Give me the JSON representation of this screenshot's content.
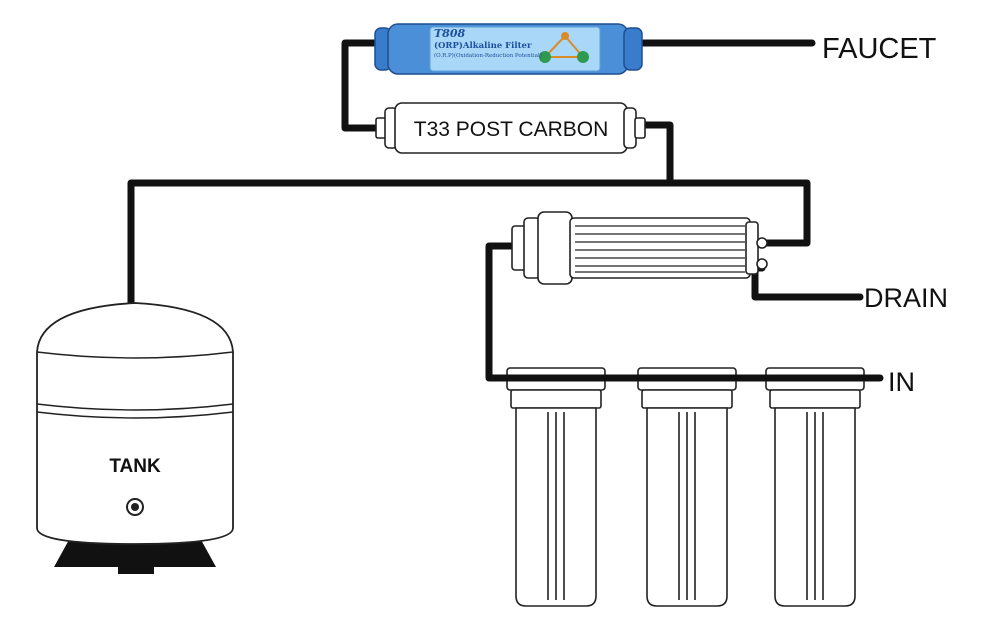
{
  "diagram": {
    "labels": {
      "faucet": "FAUCET",
      "drain": "DRAIN",
      "inlet": "IN",
      "tank": "TANK",
      "post_carbon": "T33 POST CARBON"
    },
    "alkaline_filter": {
      "model": "T808",
      "name": "(ORP)Alkaline Filter",
      "subtitle": "(O.R.P)(Oxidation-Reduction Potential)"
    },
    "colors": {
      "tubing": "#111111",
      "outline": "#222222",
      "alkaline_body": "#3f86d4",
      "alkaline_label": "#9fd2f5",
      "bead_green": "#2e9a4f"
    }
  }
}
